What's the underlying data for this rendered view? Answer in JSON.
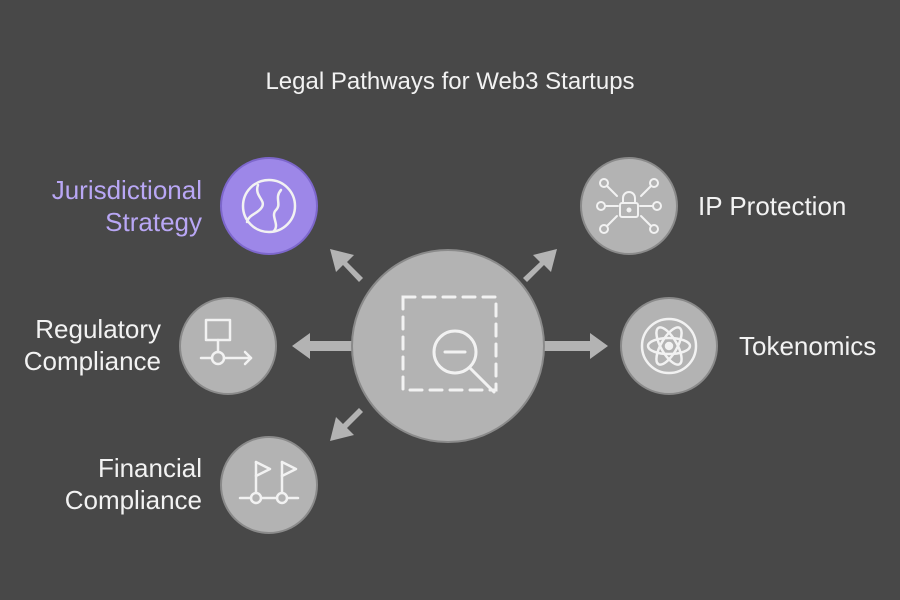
{
  "title": "Legal Pathways for Web3 Startups",
  "center": {
    "icon": "search-magnifier-dashed-frame-icon"
  },
  "nodes": {
    "jurisdictional": {
      "line1": "Jurisdictional",
      "line2": "Strategy",
      "icon": "globe-icon",
      "highlighted": true
    },
    "ip": {
      "line1": "IP Protection",
      "icon": "lock-network-icon",
      "highlighted": false
    },
    "regulatory": {
      "line1": "Regulatory",
      "line2": "Compliance",
      "icon": "flowchart-icon",
      "highlighted": false
    },
    "tokenomics": {
      "line1": "Tokenomics",
      "icon": "atom-icon",
      "highlighted": false
    },
    "financial": {
      "line1": "Financial",
      "line2": "Compliance",
      "icon": "milestone-flags-icon",
      "highlighted": false
    }
  },
  "colors": {
    "background": "#484848",
    "node_fill": "#b3b3b3",
    "node_stroke": "#8a8a8a",
    "icon_stroke": "#f2f2f2",
    "accent_fill": "#9d87e8",
    "accent_stroke": "#7d67cc",
    "accent_text": "#b9a7f5",
    "text": "#f2f2f2"
  }
}
